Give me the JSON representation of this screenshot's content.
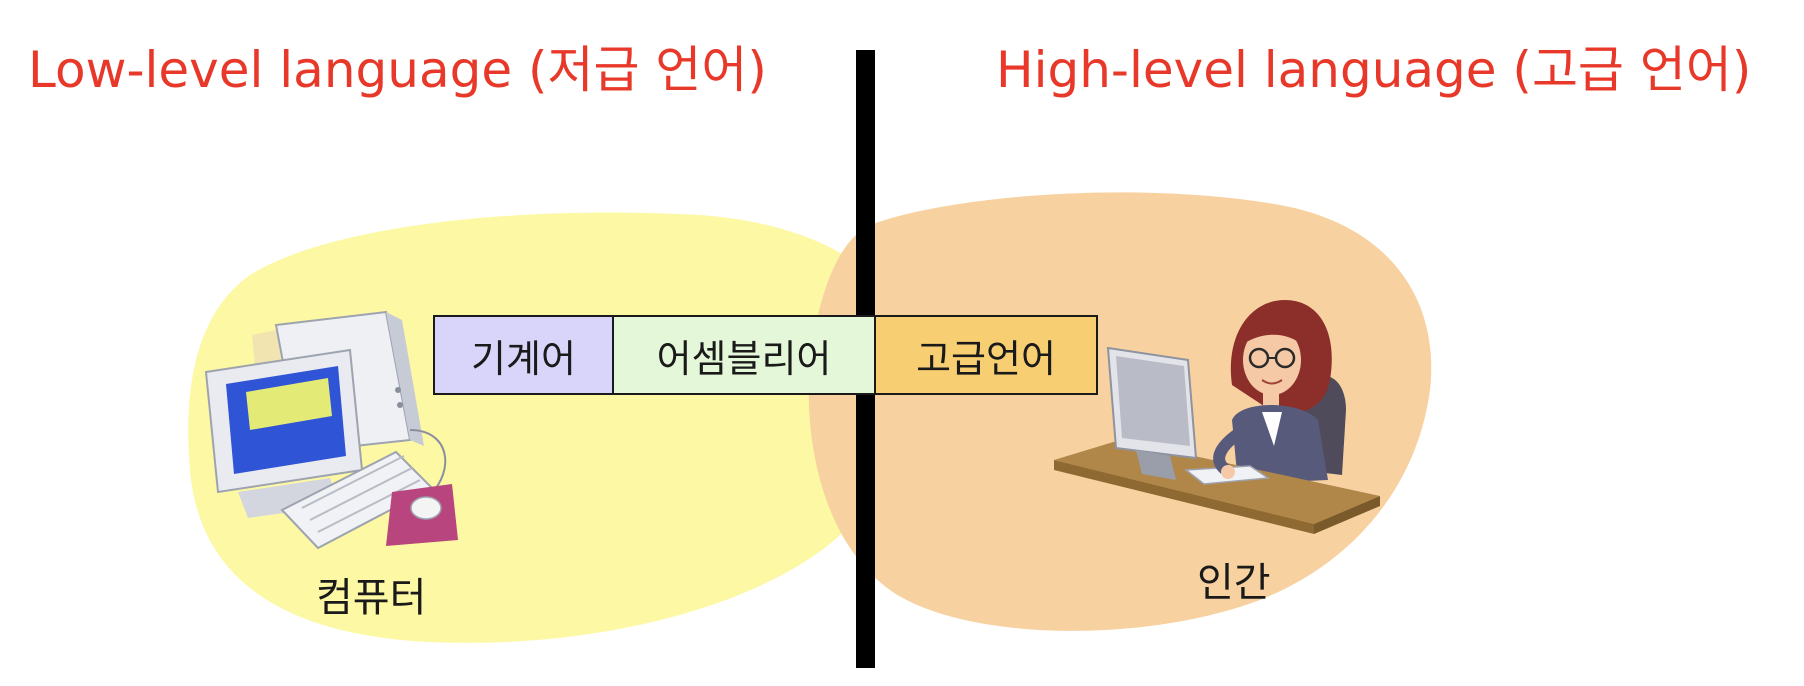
{
  "headings": {
    "low_level": "Low-level language (저급 언어)",
    "high_level": "High-level language (고급 언어)"
  },
  "language_bar": [
    {
      "label": "기계어",
      "color": "#d8d4fa"
    },
    {
      "label": "어셈블리어",
      "color": "#e4f7d8"
    },
    {
      "label": "고급언어",
      "color": "#f7cf72"
    }
  ],
  "captions": {
    "computer": "컴퓨터",
    "human": "인간"
  },
  "colors": {
    "heading": "#e8382a",
    "low_region": "#fdf8a4",
    "high_region": "#f7d1a0",
    "divider": "#000000"
  },
  "icons": {
    "computer": "desktop-computer-icon",
    "human": "woman-at-computer-icon"
  }
}
